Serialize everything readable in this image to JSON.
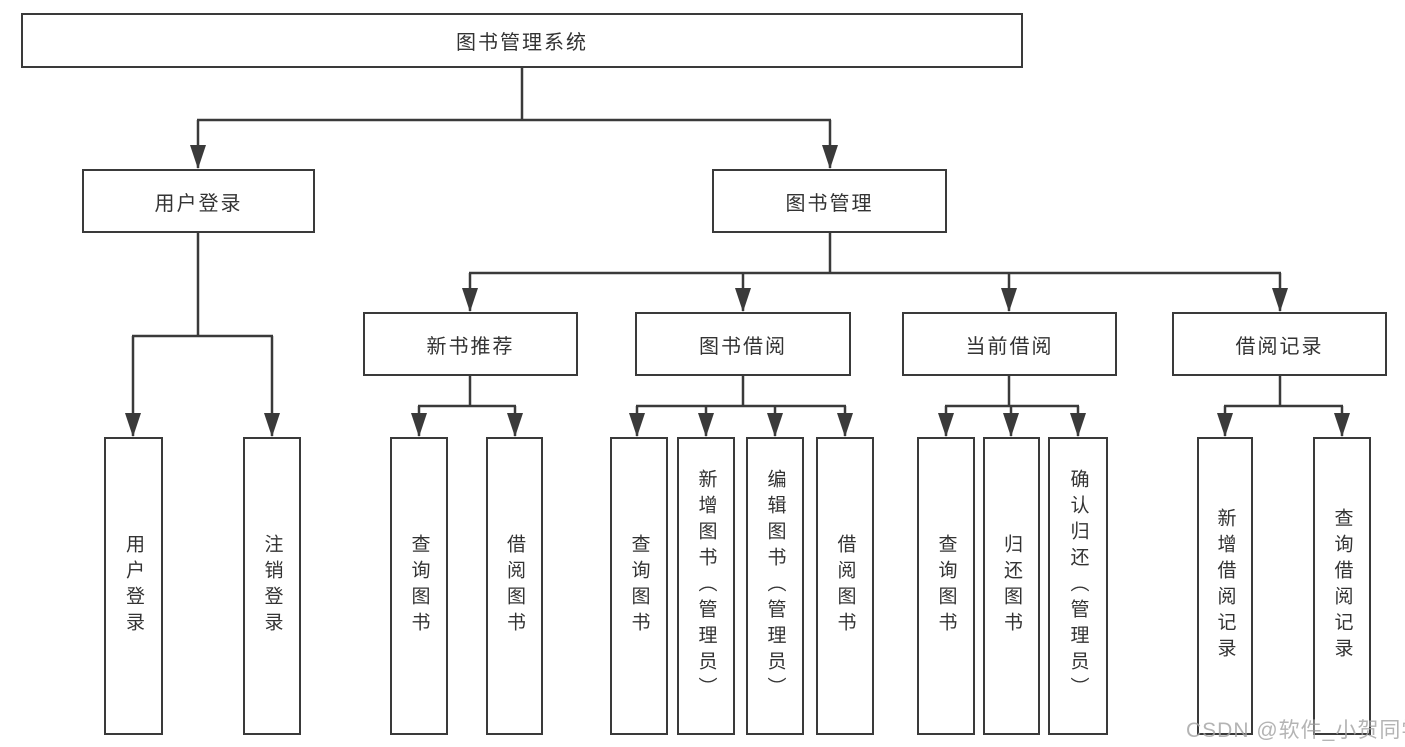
{
  "tree": {
    "label": "图书管理系统",
    "children": [
      {
        "label": "用户登录",
        "children": [
          {
            "label": "用户登录"
          },
          {
            "label": "注销登录"
          }
        ]
      },
      {
        "label": "图书管理",
        "children": [
          {
            "label": "新书推荐",
            "children": [
              {
                "label": "查询图书"
              },
              {
                "label": "借阅图书"
              }
            ]
          },
          {
            "label": "图书借阅",
            "children": [
              {
                "label": "查询图书"
              },
              {
                "label": "新增图书（管理员）"
              },
              {
                "label": "编辑图书（管理员）"
              },
              {
                "label": "借阅图书"
              }
            ]
          },
          {
            "label": "当前借阅",
            "children": [
              {
                "label": "查询图书"
              },
              {
                "label": "归还图书"
              },
              {
                "label": "确认归还（管理员）"
              }
            ]
          },
          {
            "label": "借阅记录",
            "children": [
              {
                "label": "新增借阅记录"
              },
              {
                "label": "查询借阅记录"
              }
            ]
          }
        ]
      }
    ]
  },
  "watermark": "CSDN @软件_小贺同学",
  "colors": {
    "line": "#3a3a3a",
    "box_border": "#3a3a3a",
    "text": "#333333",
    "background": "#ffffff",
    "watermark": "#a4a4a4"
  }
}
